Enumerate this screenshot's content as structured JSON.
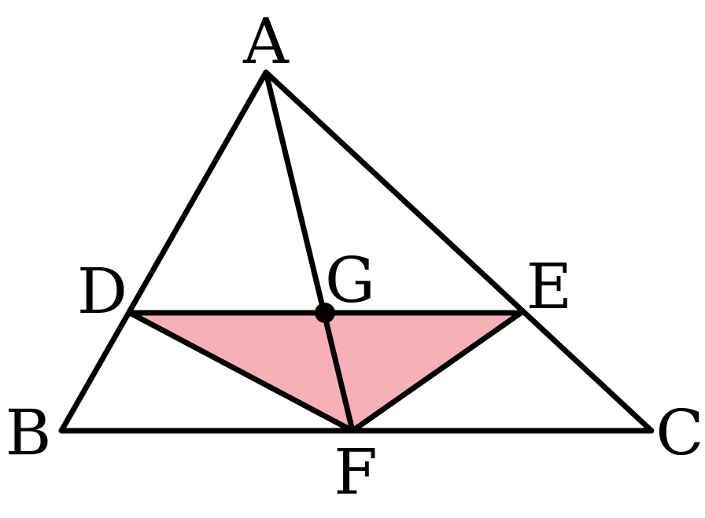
{
  "figure": {
    "points": {
      "A": "A",
      "B": "B",
      "C": "C",
      "D": "D",
      "E": "E",
      "F": "F",
      "G": "G"
    },
    "shaded_region": "triangle DEF",
    "colors": {
      "line": "#000000",
      "shade": "#f8b0b8",
      "background": "#ffffff"
    }
  }
}
